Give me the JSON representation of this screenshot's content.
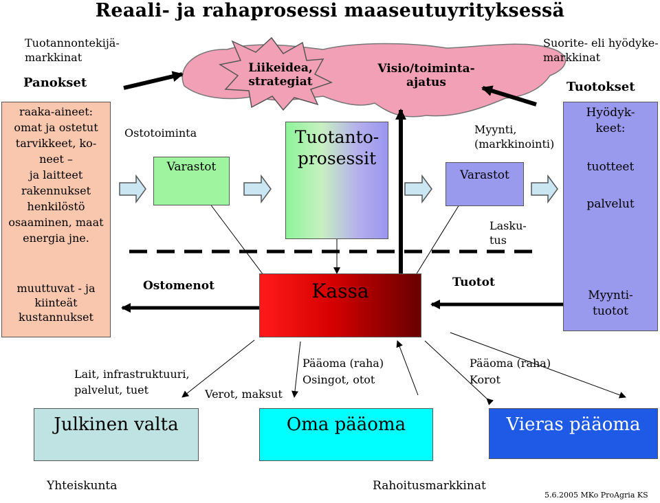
{
  "title": "Reaali- ja rahaprosessi maaseutuyrityksessä",
  "left_market": "Tuotannontekijä-\nmarkkinat",
  "right_market": "Suorite- eli hyödyke-\nmarkkinat",
  "panokset": {
    "heading": "Panokset",
    "items": "raaka-aineet:\nomat ja ostetut\ntarvikkeet, ko-\nneet –\nja laitteet\nrakennukset\nhenkilöstö\nosaaminen, maat\nenergia jne.",
    "costs": "muuttuvat - ja\nkiinteät\nkustannukset"
  },
  "tuotokset": {
    "heading": "Tuotokset",
    "goods": "Hyödyk-\nkeet:",
    "products": "tuotteet",
    "services": "palvelut",
    "revenue": "Myynti-\ntuotot"
  },
  "cloud": {
    "star_text": "Liikeidea,\nstrategiat",
    "vision_text": "Visio/toiminta-\najatus"
  },
  "process": {
    "purchasing": "Ostotoiminta",
    "warehouse_left": "Varastot",
    "production": "Tuotanto-\nprosessit",
    "sales": "Myynti,\n(markkinointi)",
    "warehouse_right": "Varastot",
    "invoicing": "Lasku-\ntus"
  },
  "money": {
    "kassa": "Kassa",
    "purchase_expenses": "Ostomenot",
    "income": "Tuotot",
    "public_services": "Lait, infrastruktuuri,\npalvelut, tuet",
    "taxes": "Verot, maksut",
    "own_capital_flow": "Pääoma (raha)\nOsingot, otot",
    "debt_capital_flow": "Pääoma (raha)\nKorot"
  },
  "bottom": {
    "public_sector": "Julkinen valta",
    "equity": "Oma pääoma",
    "debt": "Vieras pääoma",
    "society": "Yhteiskunta",
    "financial_markets": "Rahoitusmarkkinat",
    "footer": "5.6.2005 MKo ProAgria KS"
  },
  "colors": {
    "panokset_bg": "#f9c7ae",
    "tuotokset_bg": "#9999ee",
    "cloud": "#f2a0b6",
    "kassa": "#cc0000",
    "warehouse_left": "#9ff49f",
    "julkinen": "#bfe3e3",
    "oma": "#00ffff",
    "vieras": "#1e5ae6"
  }
}
